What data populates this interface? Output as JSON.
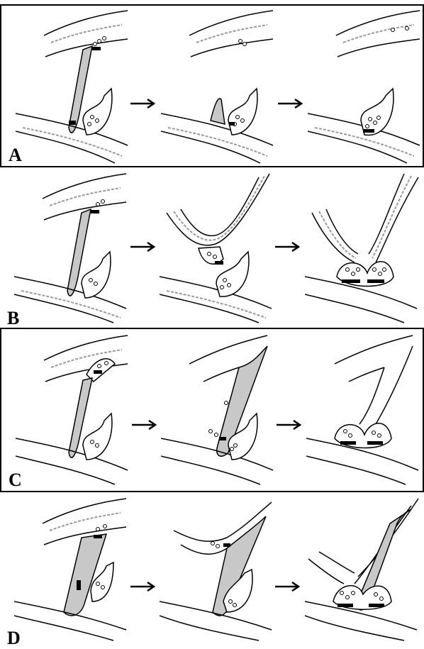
{
  "figure": {
    "rows": [
      {
        "label": "A",
        "framed": true
      },
      {
        "label": "B",
        "framed": false
      },
      {
        "label": "C",
        "framed": true
      },
      {
        "label": "D",
        "framed": false
      }
    ]
  },
  "colors": {
    "ink": "#000000",
    "process_fill": "#c8c8c8",
    "fiber": "#9a9a9a",
    "background": "#ffffff"
  }
}
